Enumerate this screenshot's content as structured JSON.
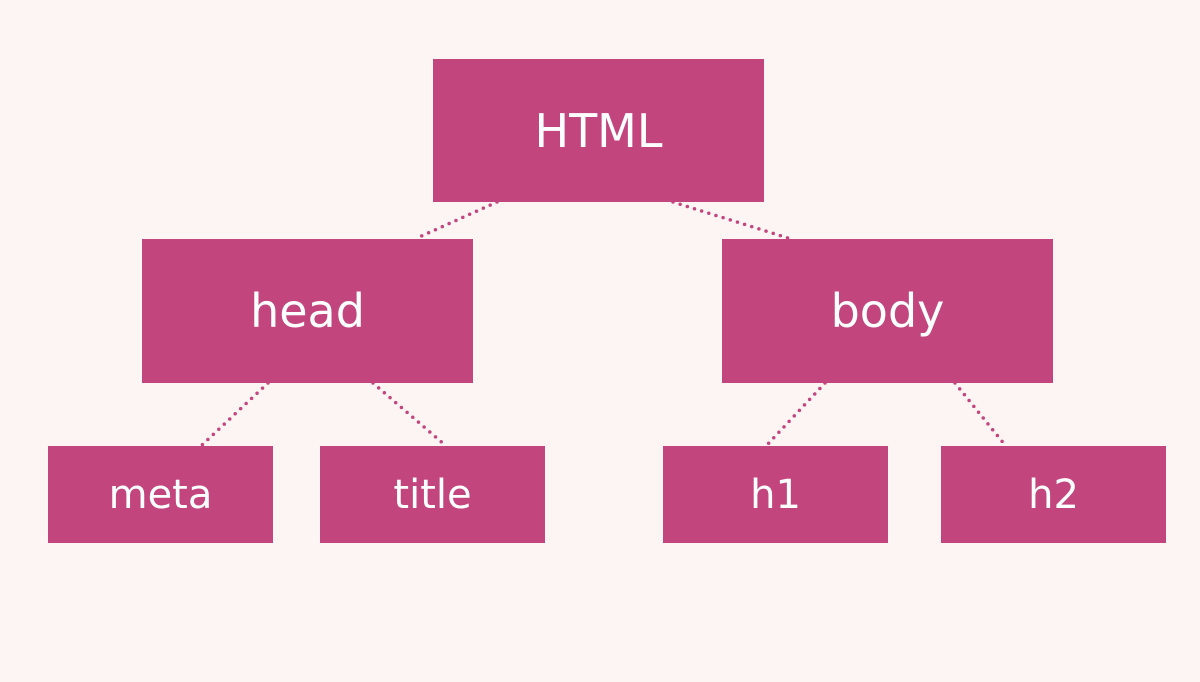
{
  "colors": {
    "background": "#fdf5f3",
    "node": "#c2457e",
    "link": "#c2457e",
    "text": "#ffffff"
  },
  "nodes": {
    "html": "HTML",
    "head": "head",
    "body": "body",
    "meta": "meta",
    "title": "title",
    "h1": "h1",
    "h2": "h2"
  },
  "edges": [
    {
      "from": "HTML",
      "to": "head"
    },
    {
      "from": "HTML",
      "to": "body"
    },
    {
      "from": "head",
      "to": "meta"
    },
    {
      "from": "head",
      "to": "title"
    },
    {
      "from": "body",
      "to": "h1"
    },
    {
      "from": "body",
      "to": "h2"
    }
  ]
}
